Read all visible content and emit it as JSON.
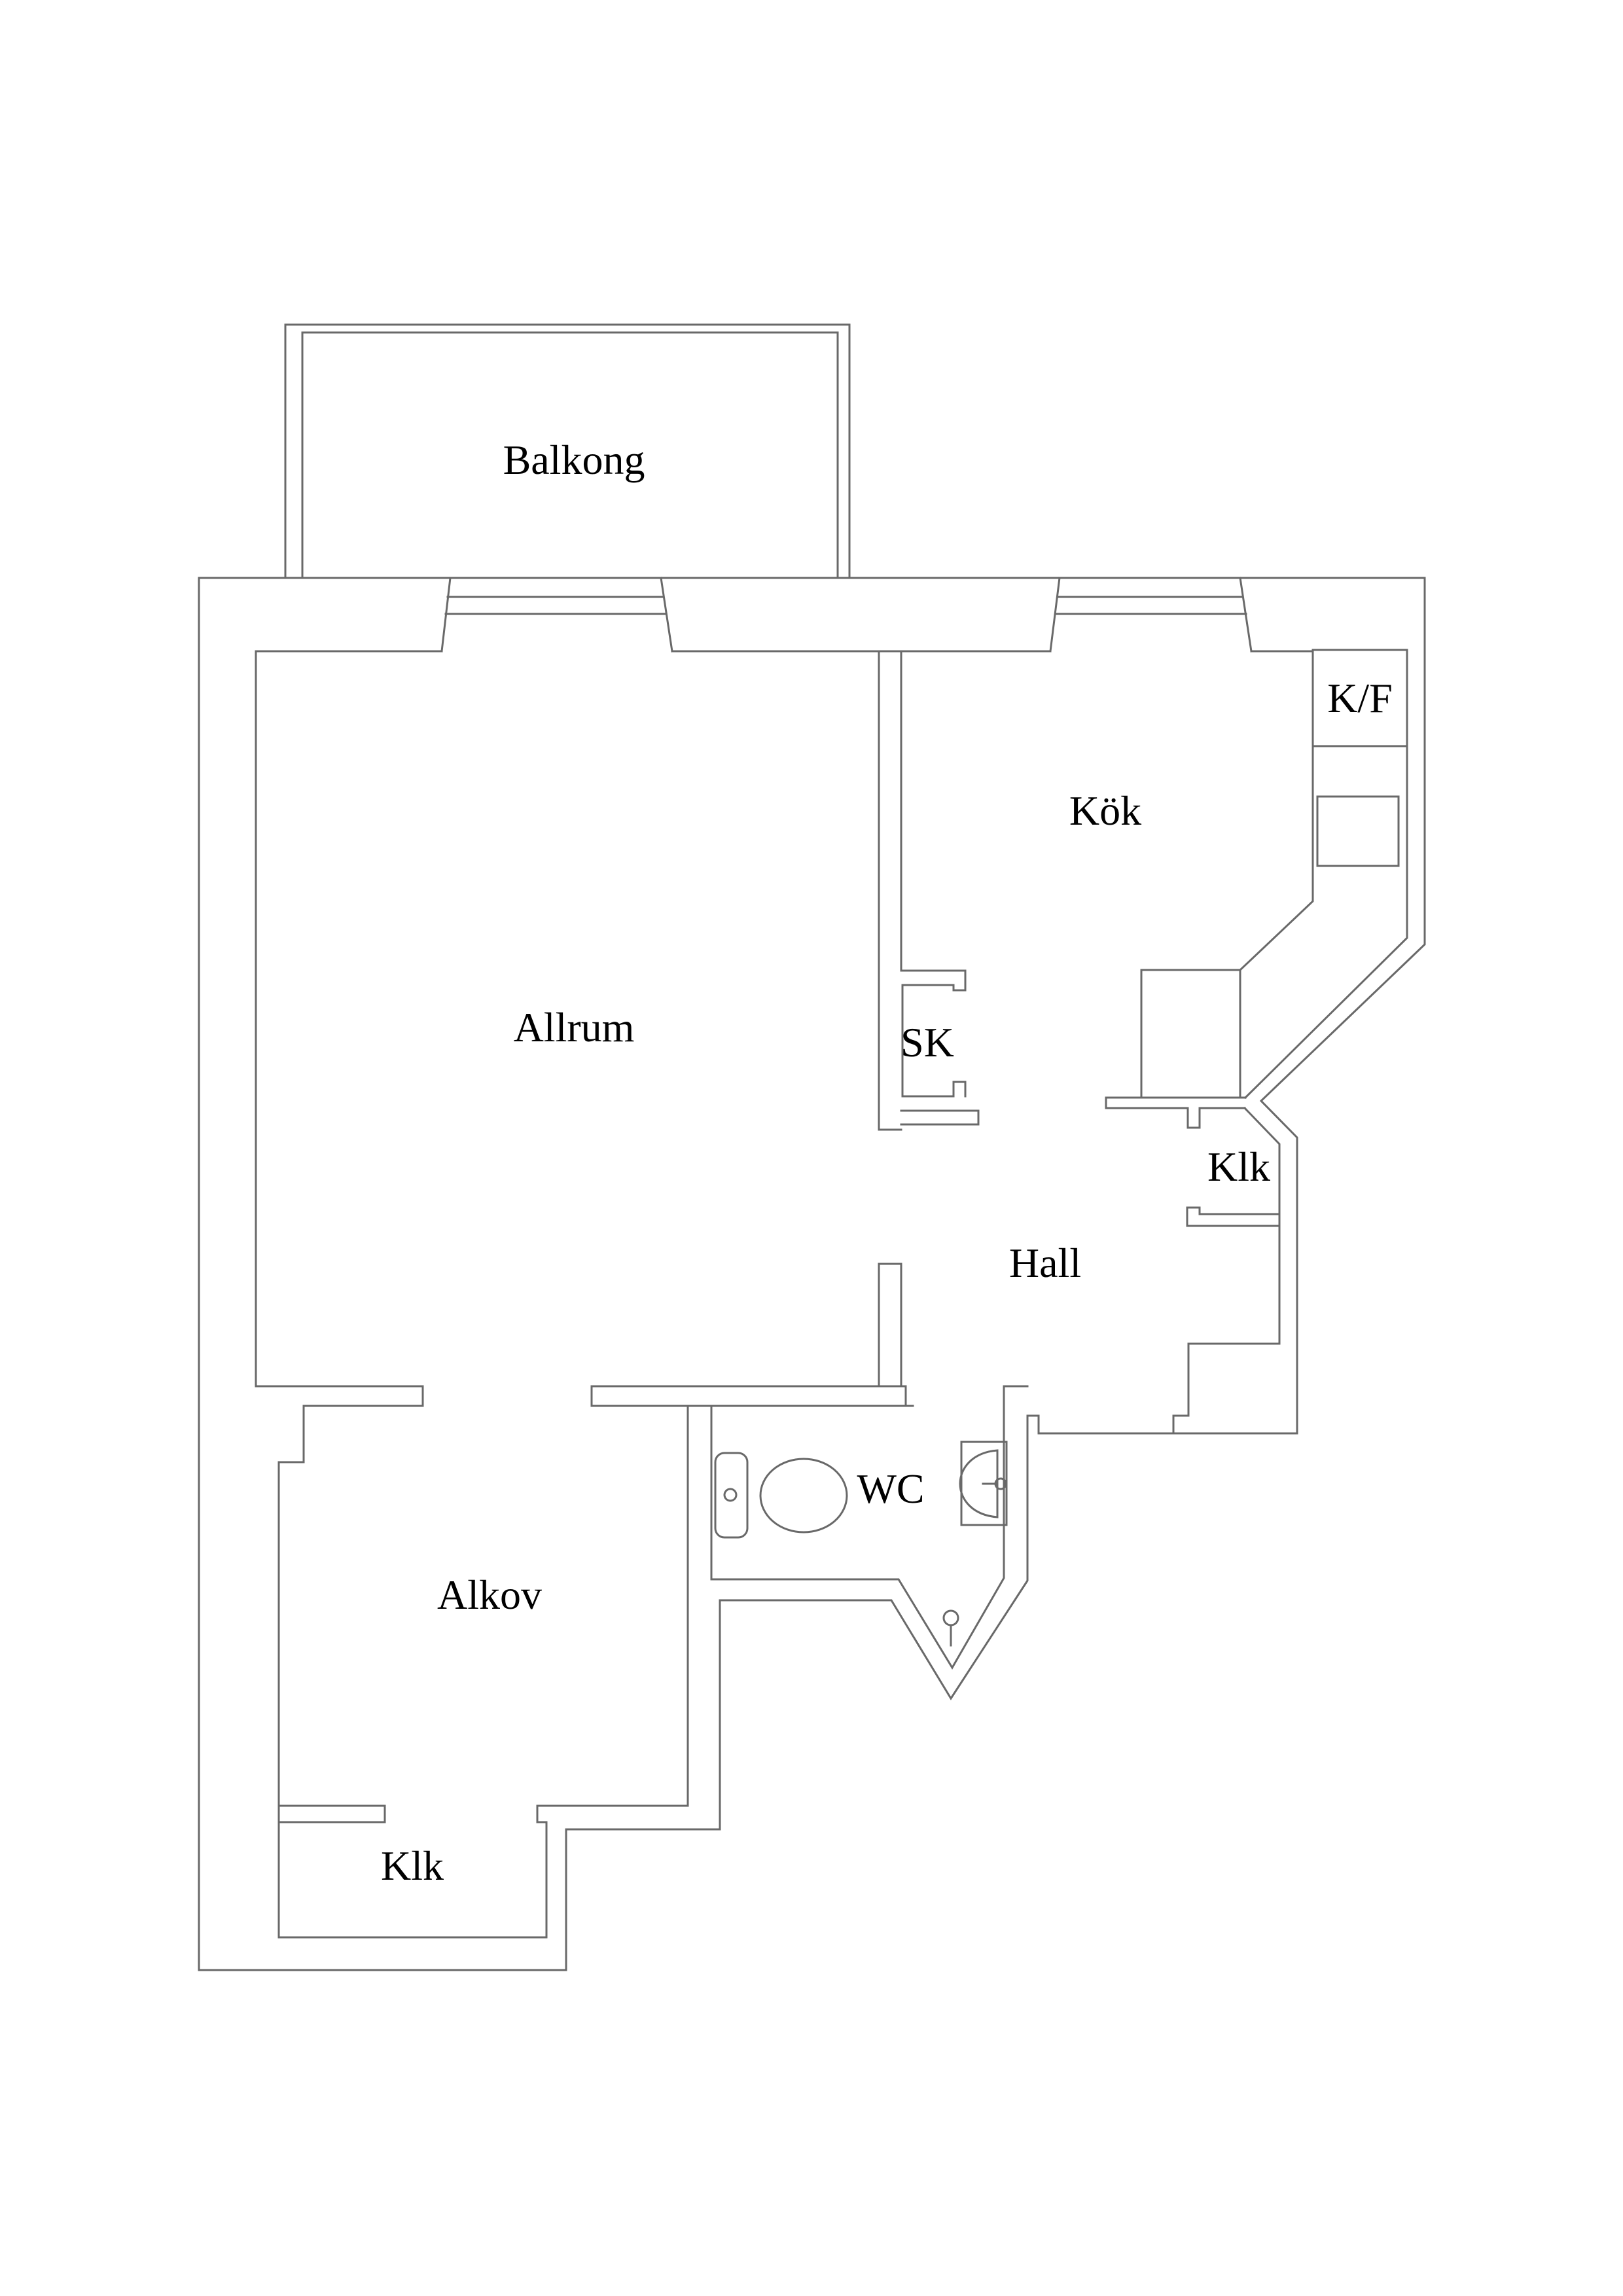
{
  "page": {
    "background": "#ffffff",
    "line_color": "#696969",
    "text_color": "#000000"
  },
  "floorplan": {
    "type": "apartment-floor-plan",
    "rooms": [
      {
        "id": "balkong",
        "label": "Balkong"
      },
      {
        "id": "allrum",
        "label": "Allrum"
      },
      {
        "id": "kok",
        "label": "Kök"
      },
      {
        "id": "kf",
        "label": "K/F"
      },
      {
        "id": "sk",
        "label": "SK"
      },
      {
        "id": "klk-right",
        "label": "Klk"
      },
      {
        "id": "hall",
        "label": "Hall"
      },
      {
        "id": "wc",
        "label": "WC"
      },
      {
        "id": "alkov",
        "label": "Alkov"
      },
      {
        "id": "klk-bottom",
        "label": "Klk"
      }
    ]
  }
}
